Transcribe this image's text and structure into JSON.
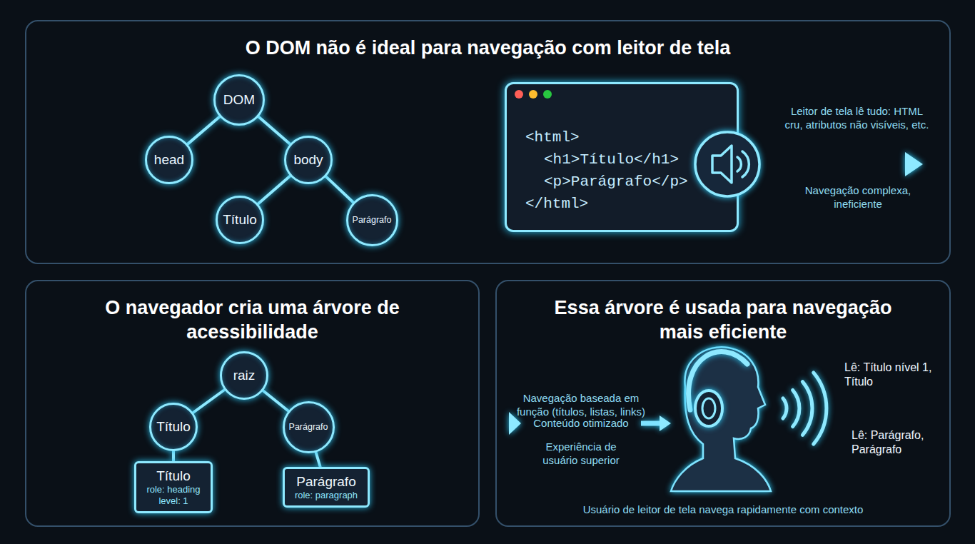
{
  "diagram": {
    "nodes": [
      {
        "text": [
          "O DOM não é ideal para navegação com leitor de tela"
        ]
      },
      {
        "text": [
          "DOM"
        ],
        "in": 0
      },
      {
        "text": [
          "head"
        ],
        "in": 0
      },
      {
        "text": [
          "body"
        ],
        "in": 0
      },
      {
        "text": [
          "Título"
        ],
        "in": 0
      },
      {
        "text": [
          "Parágrafo"
        ],
        "in": 0
      },
      {
        "text": [
          "<html>",
          "<h1>Título</h1>",
          "<p>Parágrafo</p>",
          "</html>"
        ],
        "in": 0
      },
      {
        "text": [
          "O navegador cria uma árvore de acessibilidade"
        ]
      },
      {
        "text": [
          "raiz"
        ],
        "in": 7
      },
      {
        "text": [
          "Título"
        ],
        "in": 7
      },
      {
        "text": [
          "Parágrafo"
        ],
        "in": 7
      },
      {
        "text": [
          "Título",
          "role: heading",
          "level: 1"
        ],
        "in": 7
      },
      {
        "text": [
          "Parágrafo",
          "role: paragraph"
        ],
        "in": 7
      },
      {
        "text": [
          "Essa árvore é usada para navegação mais eficiente"
        ]
      }
    ],
    "edges": [
      {
        "from": 1,
        "to": 2,
        "arrow": "none"
      },
      {
        "from": 1,
        "to": 3,
        "arrow": "none"
      },
      {
        "from": 3,
        "to": 4,
        "arrow": "none"
      },
      {
        "from": 3,
        "to": 5,
        "arrow": "none"
      },
      {
        "from": 8,
        "to": 9,
        "arrow": "none"
      },
      {
        "from": 8,
        "to": 10,
        "arrow": "none"
      },
      {
        "from": 9,
        "to": 11,
        "arrow": "none"
      },
      {
        "from": 10,
        "to": 12,
        "arrow": "none"
      },
      {
        "from": 7,
        "to": 13,
        "arrow": "to"
      }
    ],
    "labels": [
      "Leitor de tela lê tudo: HTML cru, atributos não visíveis, etc.",
      "Navegação complexa, ineficiente",
      "Navegação baseada em função (títulos, listas, links)",
      "Conteúdo otimizado",
      "Experiência de usuário superior",
      "Lê: Título nível 1, Título",
      "Lê: Parágrafo, Parágrafo",
      "Usuário de leitor de tela navega rapidamente com contexto"
    ]
  }
}
